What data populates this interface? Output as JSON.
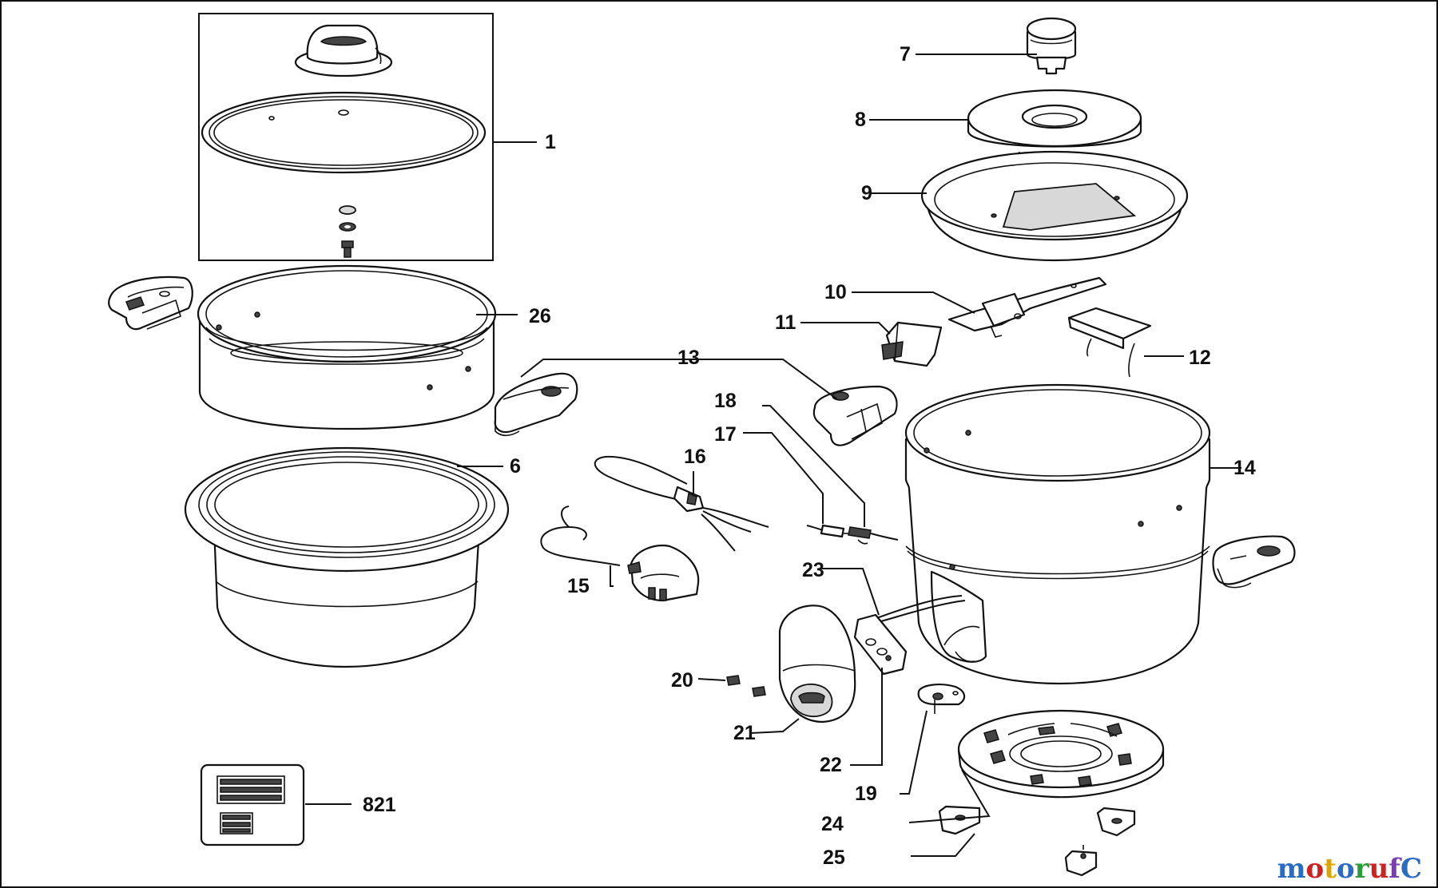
{
  "parts": [
    {
      "id": "p1",
      "label": "1"
    },
    {
      "id": "p6",
      "label": "6"
    },
    {
      "id": "p7",
      "label": "7"
    },
    {
      "id": "p8",
      "label": "8"
    },
    {
      "id": "p9",
      "label": "9"
    },
    {
      "id": "p10",
      "label": "10"
    },
    {
      "id": "p11",
      "label": "11"
    },
    {
      "id": "p12",
      "label": "12"
    },
    {
      "id": "p13",
      "label": "13"
    },
    {
      "id": "p14",
      "label": "14"
    },
    {
      "id": "p15",
      "label": "15"
    },
    {
      "id": "p16",
      "label": "16"
    },
    {
      "id": "p17",
      "label": "17"
    },
    {
      "id": "p18",
      "label": "18"
    },
    {
      "id": "p19",
      "label": "19"
    },
    {
      "id": "p20",
      "label": "20"
    },
    {
      "id": "p21",
      "label": "21"
    },
    {
      "id": "p22",
      "label": "22"
    },
    {
      "id": "p23",
      "label": "23"
    },
    {
      "id": "p24",
      "label": "24"
    },
    {
      "id": "p25",
      "label": "25"
    },
    {
      "id": "p26",
      "label": "26"
    },
    {
      "id": "p821",
      "label": "821"
    }
  ],
  "watermark": {
    "letters": [
      "m",
      "o",
      "t",
      "o",
      "r",
      "u",
      "f",
      "C"
    ]
  }
}
